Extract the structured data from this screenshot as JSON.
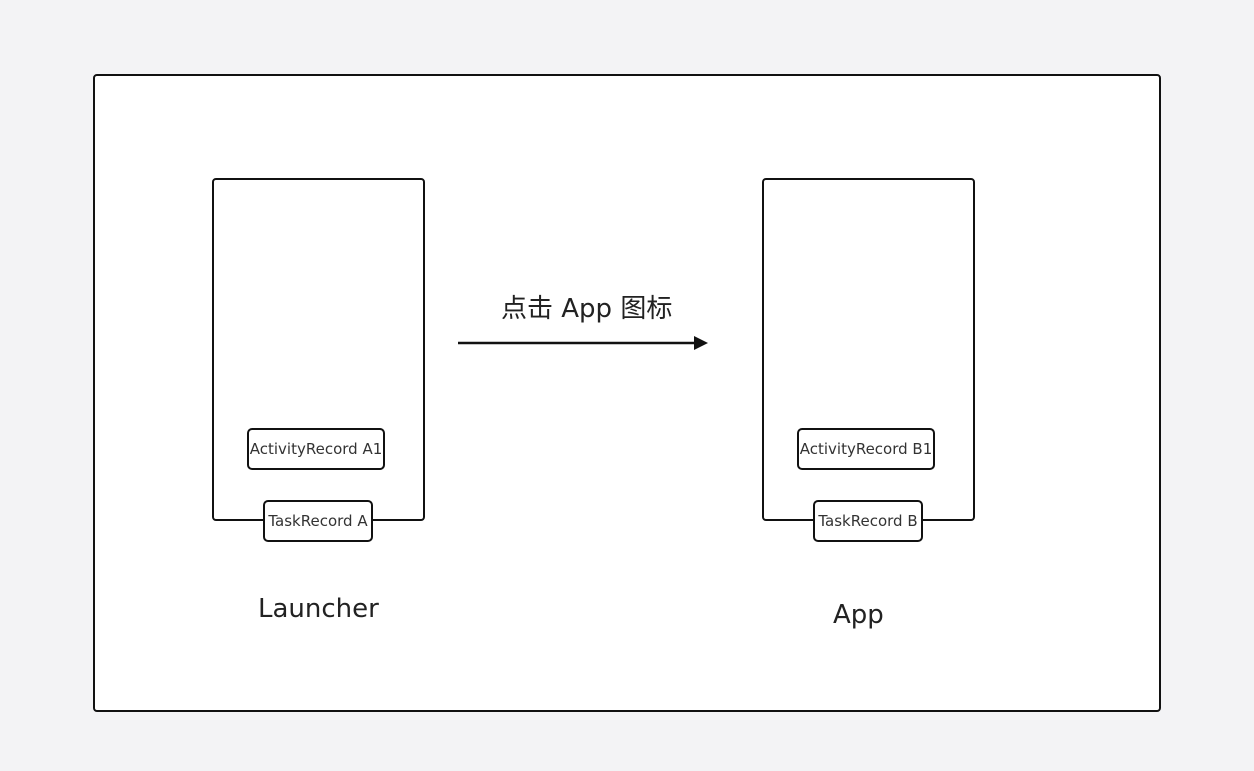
{
  "left_group": {
    "activity_label": "ActivityRecord A1",
    "task_label": "TaskRecord A",
    "caption": "Launcher"
  },
  "right_group": {
    "activity_label": "ActivityRecord B1",
    "task_label": "TaskRecord B",
    "caption": "App"
  },
  "transition": {
    "label": "点击 App 图标"
  },
  "colors": {
    "background": "#f3f3f5",
    "panel": "#ffffff",
    "stroke": "#111111",
    "text": "#222222"
  }
}
